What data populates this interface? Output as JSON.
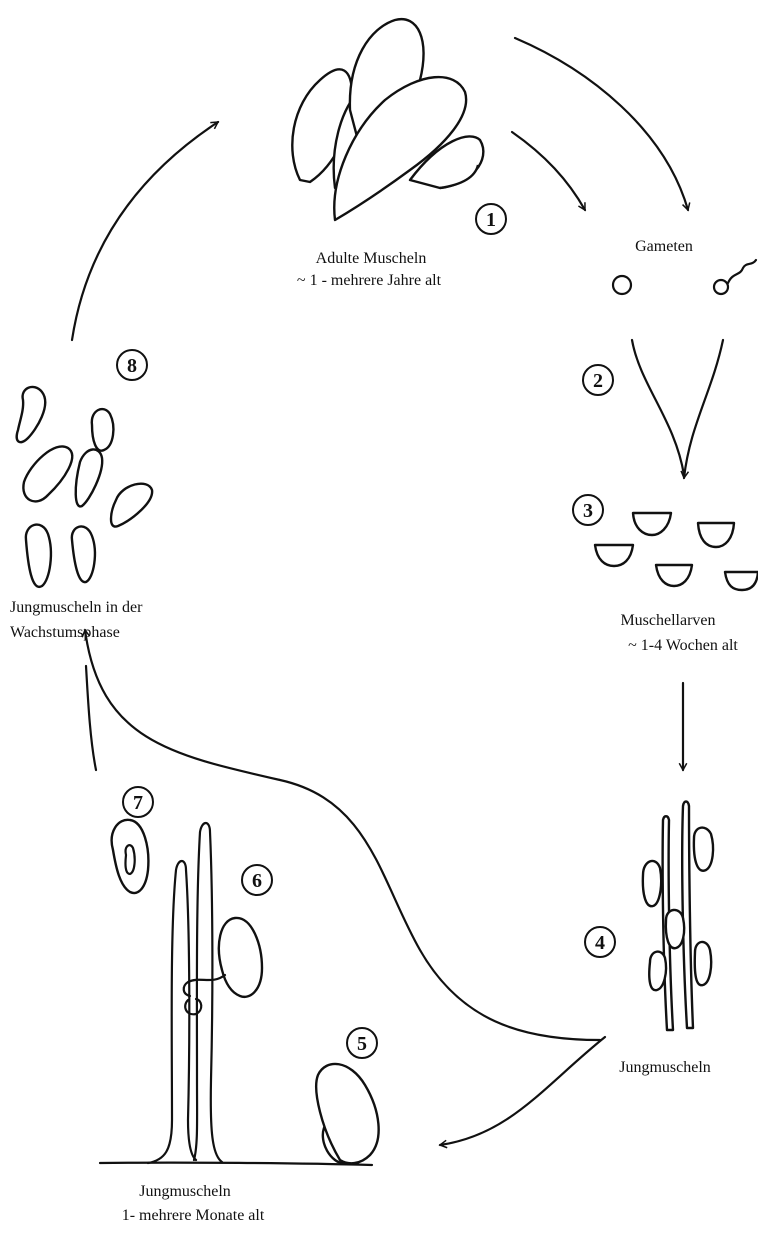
{
  "stages": [
    {
      "number": "1",
      "label_lines": [
        "Adulte Muscheln",
        "~ 1 - mehrere Jahre alt"
      ]
    },
    {
      "number": "2",
      "label_lines": [
        "Gameten"
      ]
    },
    {
      "number": "3",
      "label_lines": [
        "Muschellarven",
        "~ 1-4 Wochen alt"
      ]
    },
    {
      "number": "4",
      "label_lines": [
        "Jungmuscheln"
      ]
    },
    {
      "number": "5",
      "label_lines": []
    },
    {
      "number": "6",
      "label_lines": []
    },
    {
      "number": "7",
      "label_lines": []
    },
    {
      "number": "8",
      "label_lines": [
        "Jungmuscheln in der",
        "Wachstumsphase"
      ]
    }
  ],
  "bottom_label_lines": [
    "Jungmuscheln",
    "1- mehrere Monate alt"
  ],
  "colors": {
    "ink": "#111111",
    "background": "#ffffff"
  }
}
